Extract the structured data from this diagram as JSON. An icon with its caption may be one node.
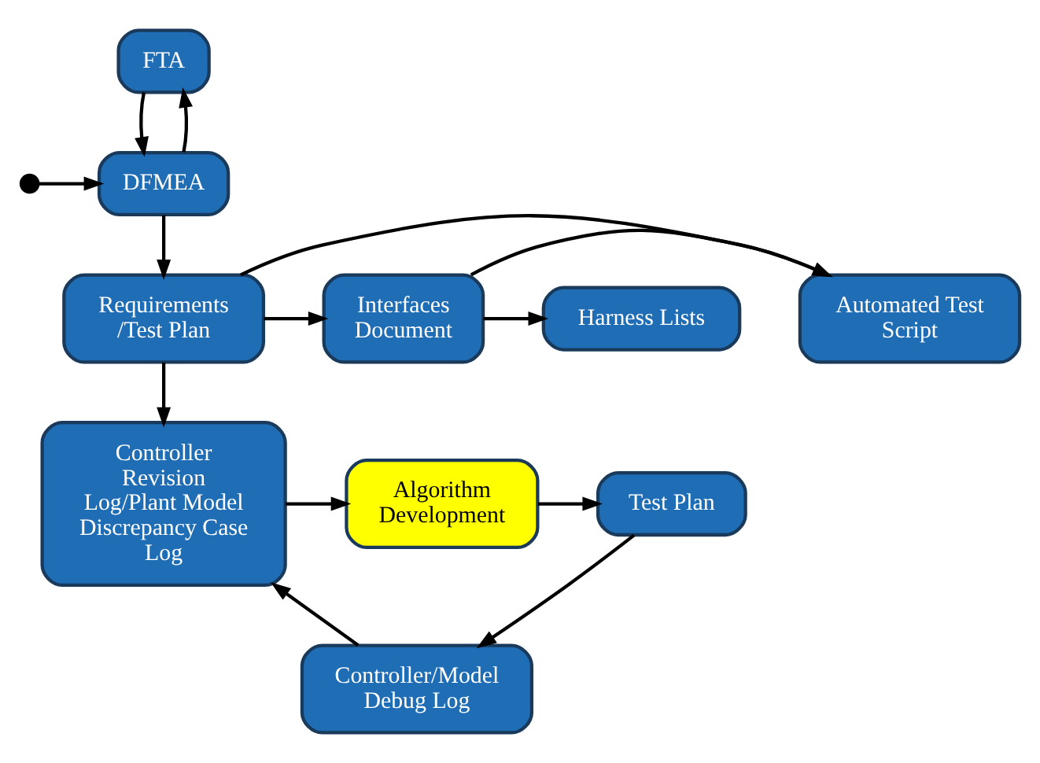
{
  "diagram": {
    "nodes": [
      {
        "text": [
          "FTA"
        ]
      },
      {
        "text": [],
        "shape": "circle"
      },
      {
        "text": [
          "DFMEA"
        ]
      },
      {
        "text": [
          "Automated Test Script"
        ]
      },
      {
        "text": [
          "Requirements /Test Plan"
        ]
      },
      {
        "text": [
          "Interfaces Document"
        ]
      },
      {
        "text": [
          "Harness Lists"
        ]
      },
      {
        "text": [
          "Controller Revision Log/Plant Model Discrepancy Case Log"
        ]
      },
      {
        "text": [
          "Algorithm Development"
        ]
      },
      {
        "text": [
          "Test Plan"
        ]
      },
      {
        "text": [
          "Controller/Model Debug Log"
        ]
      }
    ],
    "edges": [
      {
        "from": 1,
        "to": 2,
        "arrow": "to"
      },
      {
        "from": 2,
        "to": 0,
        "arrow": "to"
      },
      {
        "from": 0,
        "to": 2,
        "arrow": "to"
      },
      {
        "from": 2,
        "to": 4,
        "arrow": "to"
      },
      {
        "from": 5,
        "to": 3,
        "arrow": "to"
      },
      {
        "from": 4,
        "to": 3,
        "arrow": "to"
      },
      {
        "from": 4,
        "to": 5,
        "arrow": "to"
      },
      {
        "from": 5,
        "to": 6,
        "arrow": "to"
      },
      {
        "from": 4,
        "to": 7,
        "arrow": "to"
      },
      {
        "from": 7,
        "to": 8,
        "arrow": "to"
      },
      {
        "from": 8,
        "to": 9,
        "arrow": "to"
      },
      {
        "from": 9,
        "to": 10,
        "arrow": "to"
      },
      {
        "from": 10,
        "to": 7,
        "arrow": "to"
      }
    ]
  }
}
